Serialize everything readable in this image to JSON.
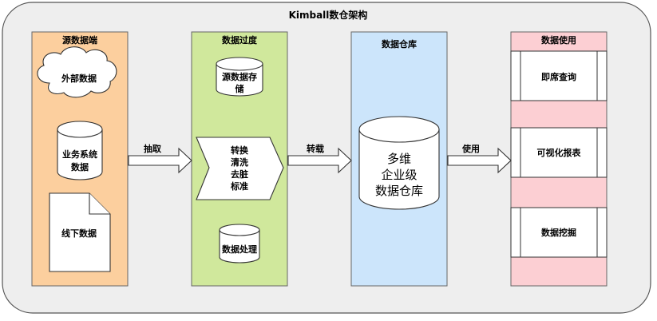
{
  "title": "Kimball数仓架构",
  "columns": {
    "source": {
      "title": "源数据端",
      "items": [
        {
          "label": "外部数据"
        },
        {
          "line1": "业务系统",
          "line2": "数据"
        },
        {
          "label": "线下数据"
        }
      ]
    },
    "process": {
      "title": "数据过度",
      "storage": {
        "line1": "源数据存",
        "line2": "储"
      },
      "transform": {
        "lines": [
          "转换",
          "清洗",
          "去脏",
          "标准"
        ]
      },
      "handling": {
        "label": "数据处理"
      }
    },
    "warehouse": {
      "title": "数据仓库",
      "db": {
        "lines": [
          "多维",
          "企业级",
          "数据仓库"
        ]
      }
    },
    "usage": {
      "title": "数据使用",
      "items": [
        {
          "label": "即席查询"
        },
        {
          "label": "可视化报表"
        },
        {
          "label": "数据挖掘"
        }
      ]
    }
  },
  "arrows": {
    "extract": "抽取",
    "load": "转载",
    "use": "使用"
  },
  "colors": {
    "source": "#fccf9e",
    "process": "#d0e89c",
    "warehouse": "#cce5fb",
    "usage": "#fccfd3",
    "frame": "#eeeeee"
  }
}
